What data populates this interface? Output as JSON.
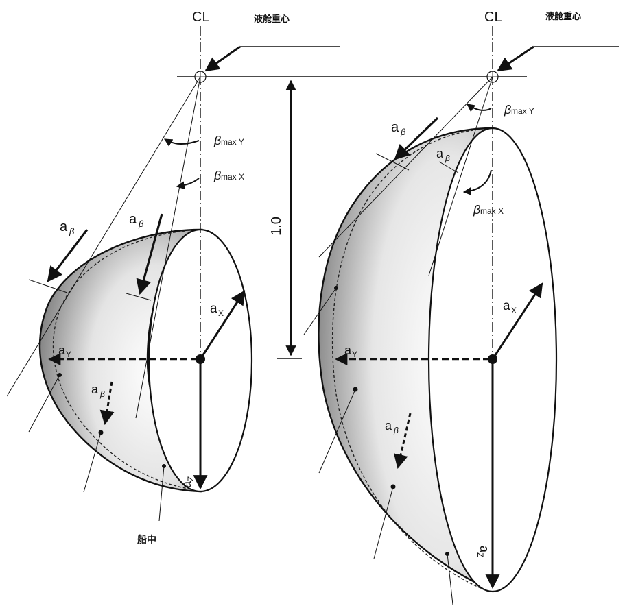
{
  "left": {
    "cl": "CL",
    "cog": "液舱重心",
    "a_beta": "a",
    "beta_sub": "β",
    "beta_max_y": "β",
    "max_y": "max Y",
    "beta_max_x": "β",
    "max_x": "max X",
    "ax": "a",
    "ax_sub": "X",
    "ay": "a",
    "ay_sub": "Y",
    "az": "a",
    "az_sub": "Z",
    "midship": "船中"
  },
  "right": {
    "cl": "CL",
    "cog": "液舱重心",
    "a_beta": "a",
    "beta_sub": "β",
    "beta_max_y": "β",
    "max_y": "max Y",
    "beta_max_x": "β",
    "max_x": "max X",
    "ax": "a",
    "ax_sub": "X",
    "ay": "a",
    "ay_sub": "Y",
    "az": "a",
    "az_sub": "Z"
  },
  "dimension": "1.0",
  "colors": {
    "line": "#111111",
    "shade_light": "#ffffff",
    "shade_dark": "#8c8c8c"
  }
}
